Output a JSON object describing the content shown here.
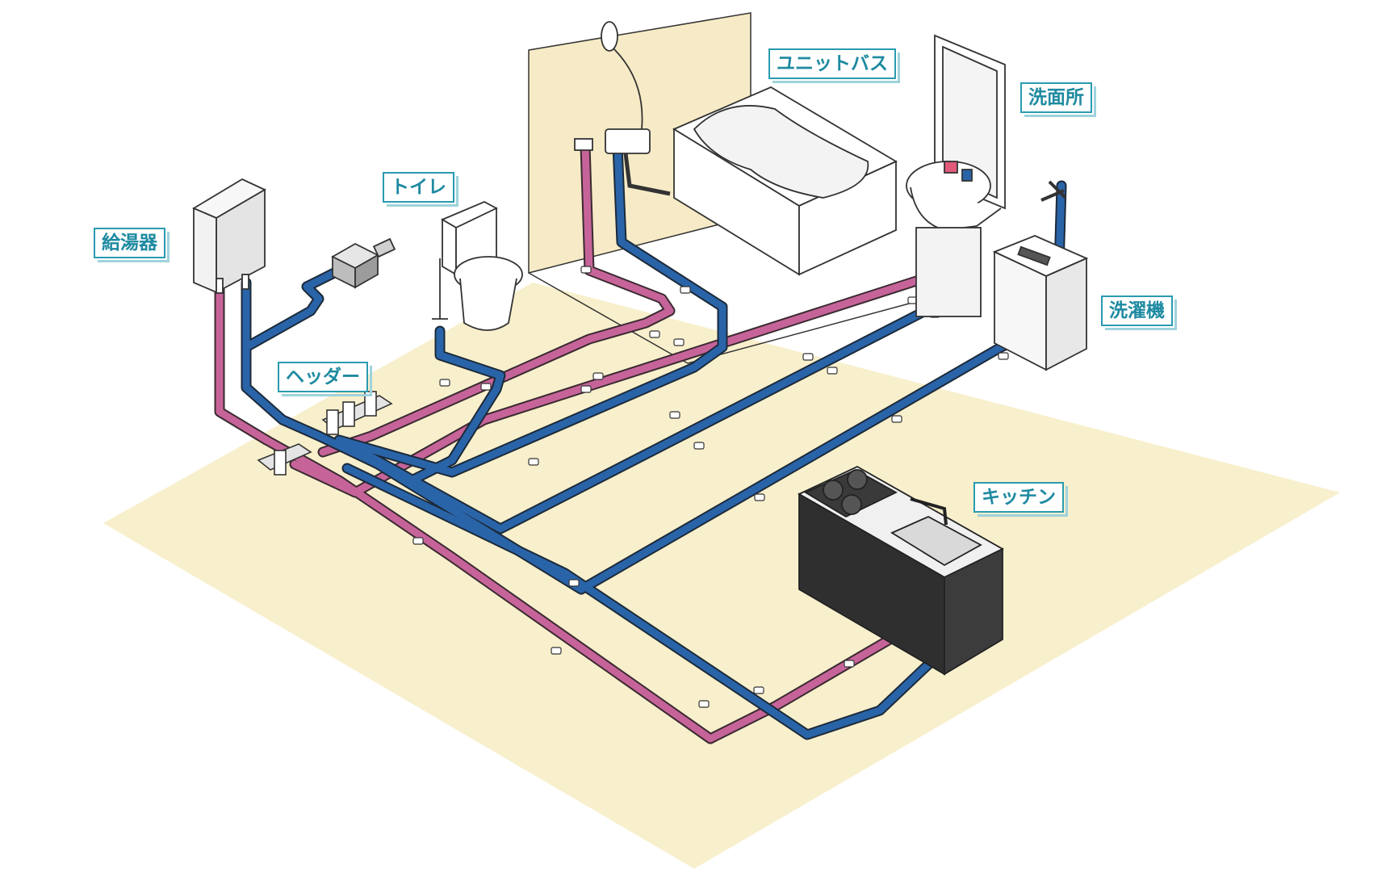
{
  "labels": {
    "water_heater": "給湯器",
    "toilet": "トイレ",
    "header": "ヘッダー",
    "unit_bath": "ユニットバス",
    "washroom": "洗面所",
    "washing_machine": "洗濯機",
    "kitchen": "キッチン"
  },
  "colors": {
    "floor": "#f8efcc",
    "hot_pipe": "#c6649a",
    "cold_pipe": "#2a64a8",
    "label_border": "#2a9bb0",
    "label_text": "#1e8aa0"
  }
}
